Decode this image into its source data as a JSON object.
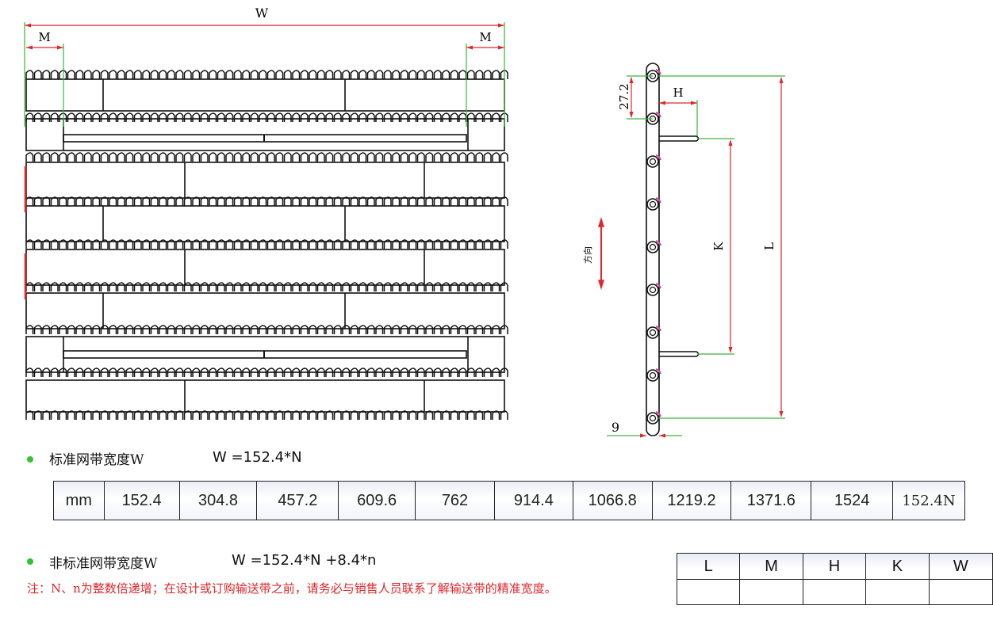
{
  "drawing": {
    "width_label": "W",
    "margin_label_left": "M",
    "margin_label_right": "M",
    "pitch_label": "27.2",
    "flight_height_label": "H",
    "direction_label": "方向",
    "flight_pitch_label": "K",
    "length_label": "L",
    "thickness_label": "9"
  },
  "standard": {
    "heading": "标准网带宽度W",
    "formula": "W =152.4*N",
    "unit": "mm",
    "widths": [
      "152.4",
      "304.8",
      "457.2",
      "609.6",
      "762",
      "914.4",
      "1066.8",
      "1219.2",
      "1371.6",
      "1524",
      "152.4N"
    ]
  },
  "nonstandard": {
    "heading": "非标准网带宽度W",
    "formula": "W =152.4*N +8.4*n",
    "note": "注：N、n为整数倍递增；在设计或订购输送带之前，请务必与销售人员联系了解输送带的精准宽度。"
  },
  "dimension_table": {
    "headers": [
      "L",
      "M",
      "H",
      "K",
      "W"
    ]
  },
  "colors": {
    "line": "#111111",
    "dimension_green": "#3ab53a",
    "dimension_red": "#e0262b",
    "accent_pink": "#d9489a"
  }
}
